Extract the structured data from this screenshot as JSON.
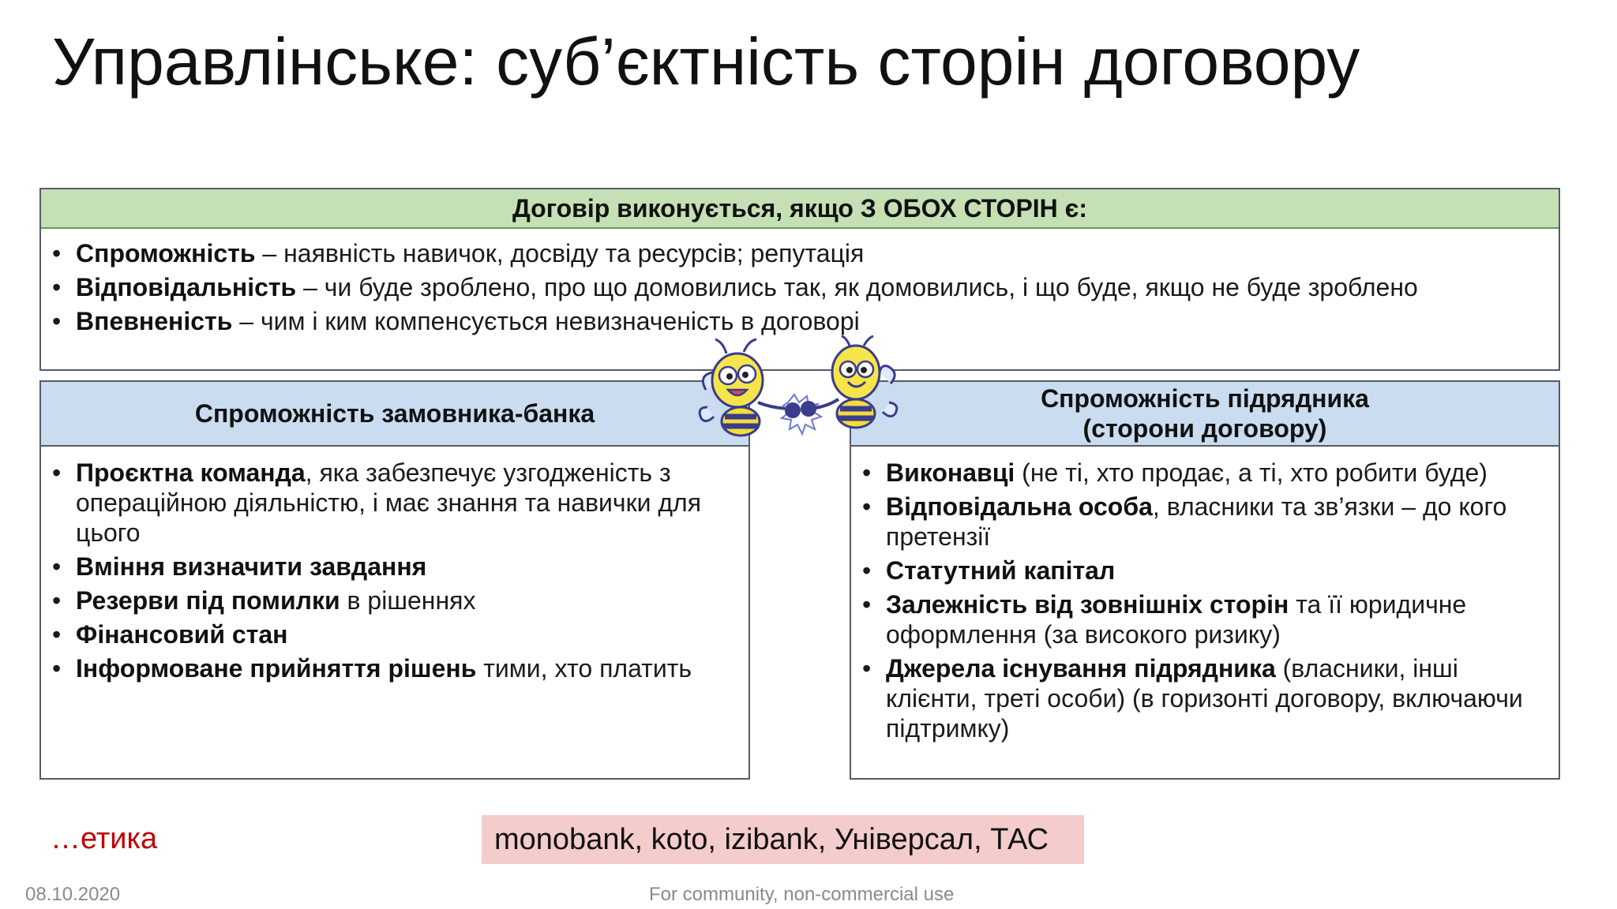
{
  "slide": {
    "title": "Управлінське: суб’єктність сторін договору",
    "top": {
      "header": "Договір виконується, якщо З ОБОХ СТОРІН є:",
      "items": [
        {
          "bold": "Спроможність",
          "rest": " – наявність навичок, досвіду та ресурсів; репутація"
        },
        {
          "bold": "Відповідальність",
          "rest": " – чи буде зроблено, про що домовились так, як домовились, і що буде, якщо не буде зроблено"
        },
        {
          "bold": "Впевненість",
          "rest": " – чим і ким компенсується невизначеність в договорі"
        }
      ]
    },
    "left": {
      "header": "Спроможність замовника-банка",
      "items": [
        {
          "bold": "Проєктна команда",
          "rest": ", яка забезпечує узгодженість з операційною діяльністю, і має знання та навички для цього"
        },
        {
          "bold": "Вміння визначити завдання",
          "rest": ""
        },
        {
          "bold": "Резерви під помилки",
          "rest": " в рішеннях"
        },
        {
          "bold": "Фінансовий стан",
          "rest": ""
        },
        {
          "bold": "Інформоване прийняття рішень",
          "rest": " тими, хто платить"
        }
      ]
    },
    "right": {
      "header_line1": "Спроможність підрядника",
      "header_line2": "(сторони договору)",
      "items": [
        {
          "bold": "Виконавці",
          "rest": " (не ті, хто продає, а ті, хто робити буде)"
        },
        {
          "bold": "Відповідальна особа",
          "rest": ", власники та зв’язки – до кого претензії"
        },
        {
          "bold": "Статутний капітал",
          "rest": ""
        },
        {
          "bold": "Залежність від зовнішніх сторін",
          "rest": " та її юридичне оформлення (за високого ризику)"
        },
        {
          "bold": "Джерела існування підрядника",
          "rest": " (власники, інші клієнти, треті особи) (в горизонті договору, включаючи підтримку)"
        }
      ]
    },
    "ethics": "…етика",
    "banks": "monobank, koto, izibank, Універсал, ТАС",
    "date": "08.10.2020",
    "footer": "For community, non-commercial use"
  },
  "icons": {
    "mascots": "two-bees-fist-bump-illustration"
  },
  "colors": {
    "top_header_bg": "#c5e0b4",
    "side_header_bg": "#c9dcf0",
    "banks_bg": "#f4cccc",
    "ethics_text": "#c00000"
  }
}
